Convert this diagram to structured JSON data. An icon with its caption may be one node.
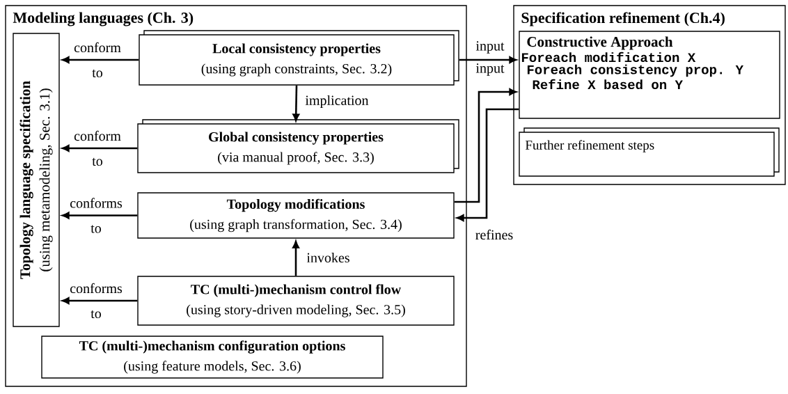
{
  "diagram": {
    "nodes": [
      {
        "text": [
          "Modeling languages (Ch. 3)"
        ]
      },
      {
        "text": [
          "Topology language specification",
          "(using metamodeling, Sec. 3.1)"
        ],
        "in": 0
      },
      {
        "text": [
          "Local consistency properties",
          "(using graph constraints, Sec. 3.2)"
        ],
        "in": 0
      },
      {
        "text": [
          "Global consistency properties",
          "(via manual proof, Sec. 3.3)"
        ],
        "in": 0
      },
      {
        "text": [
          "Topology modifications",
          "(using graph transformation, Sec. 3.4)"
        ],
        "in": 0
      },
      {
        "text": [
          "TC (multi-)mechanism control flow",
          "(using story-driven modeling, Sec. 3.5)"
        ],
        "in": 0
      },
      {
        "text": [
          "TC (multi-)mechanism configuration options",
          "(using feature models, Sec. 3.6)"
        ],
        "in": 0
      },
      {
        "text": [
          "Specification refinement (Ch.4)"
        ]
      },
      {
        "text": [
          "Constructive Approach",
          "Foreach modification X",
          "Foreach consistency prop. Y",
          "Refine X based on Y"
        ],
        "in": 7
      },
      {
        "text": [
          "Further refinement steps"
        ],
        "in": 7
      }
    ],
    "edges": [
      {
        "from": 2,
        "to": 1,
        "arrow": "to",
        "label": "conform to"
      },
      {
        "from": 3,
        "to": 1,
        "arrow": "to",
        "label": "conform to"
      },
      {
        "from": 4,
        "to": 1,
        "arrow": "to",
        "label": "conforms to"
      },
      {
        "from": 5,
        "to": 1,
        "arrow": "to",
        "label": "conforms to"
      },
      {
        "from": 2,
        "to": 3,
        "arrow": "to",
        "label": "implication"
      },
      {
        "from": 5,
        "to": 4,
        "arrow": "to",
        "label": "invokes"
      },
      {
        "from": 2,
        "to": 8,
        "arrow": "to",
        "label": "input"
      },
      {
        "from": 4,
        "to": 8,
        "arrow": "to",
        "label": "input"
      },
      {
        "from": 8,
        "to": 4,
        "arrow": "to",
        "label": "refines"
      }
    ]
  }
}
